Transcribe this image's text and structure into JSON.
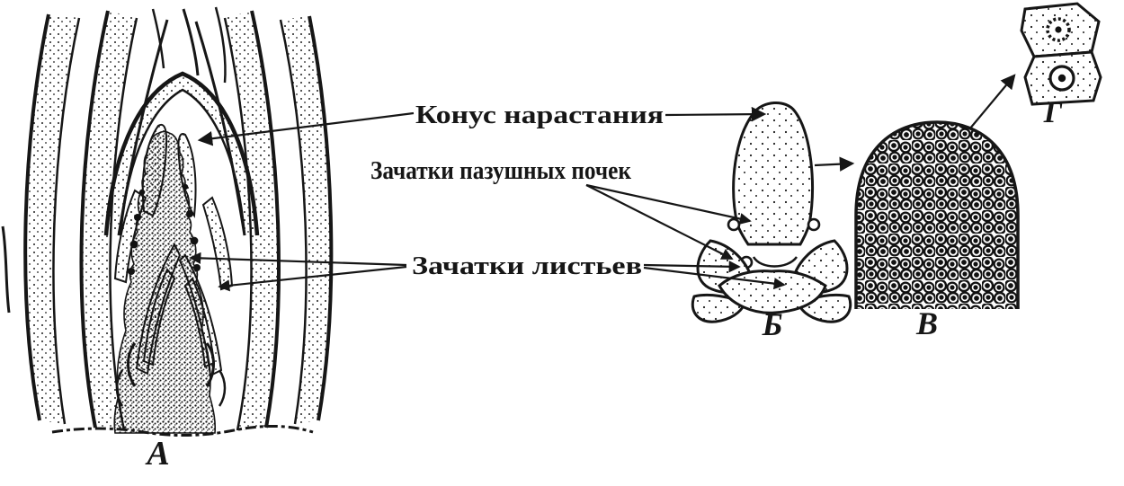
{
  "colors": {
    "ink": "#161616",
    "background": "#ffffff"
  },
  "labels": {
    "growth_cone": "Конус нарастания",
    "axillary_buds": "Зачатки пазушных почек",
    "leaf_primordia": "Зачатки листьев"
  },
  "panels": {
    "a": "А",
    "b": "Б",
    "v": "В",
    "g": "Г"
  }
}
